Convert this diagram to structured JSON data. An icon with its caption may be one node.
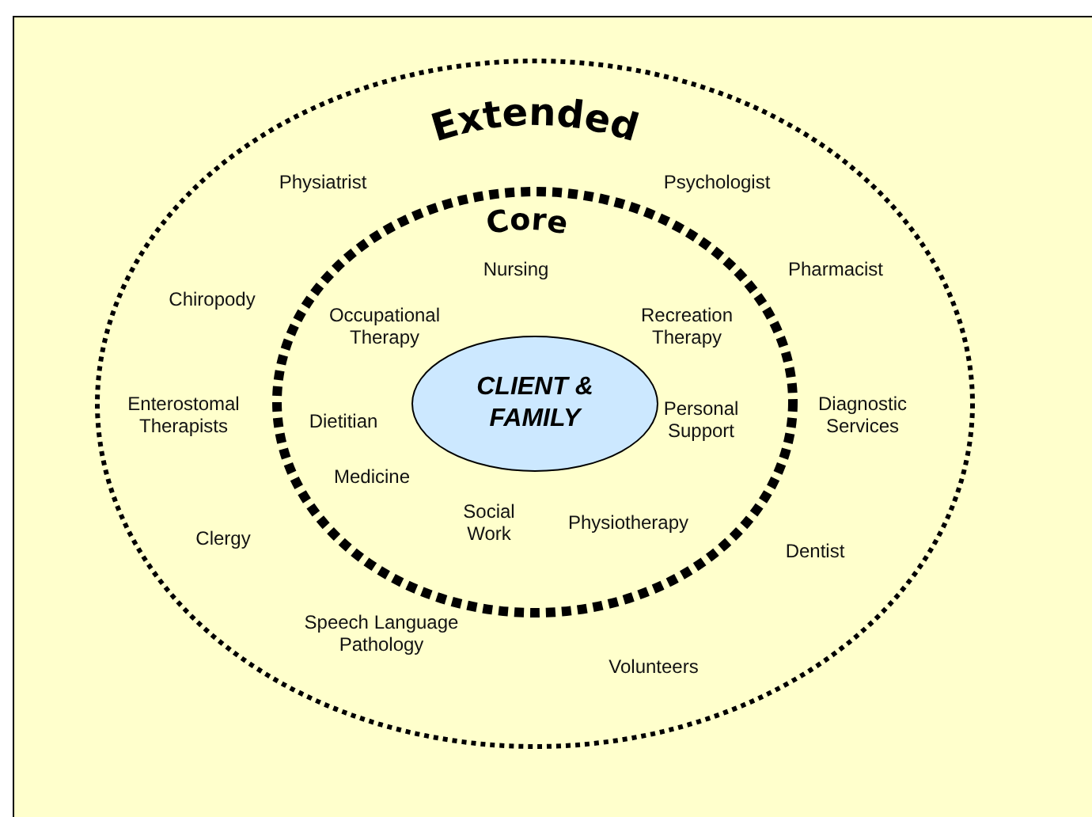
{
  "diagram": {
    "nodes": [
      {
        "text": [
          "Extended"
        ]
      },
      {
        "text": [
          "Core"
        ],
        "in": 0
      },
      {
        "text": [
          "CLIENT & FAMILY"
        ],
        "in": 1
      }
    ],
    "labels": [
      "Physiatrist",
      "Psychologist",
      "Nursing",
      "Pharmacist",
      "Chiropody",
      "Occupational Therapy",
      "Recreation Therapy",
      "Enterostomal Therapists",
      "Dietitian",
      "Personal Support",
      "Diagnostic Services",
      "Medicine",
      "Social Work",
      "Physiotherapy",
      "Clergy",
      "Dentist",
      "Speech Language Pathology",
      "Volunteers"
    ]
  }
}
